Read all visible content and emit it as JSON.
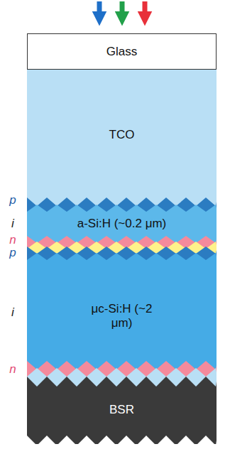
{
  "diagram": {
    "nodes": [
      {
        "text": [
          "Glass"
        ]
      },
      {
        "text": [
          "TCO"
        ]
      },
      {
        "text": [
          "a-Si:H (~0.2 μm)"
        ]
      },
      {
        "text": [
          "μc-Si:H (~2 μm)"
        ]
      },
      {
        "text": [
          "BSR"
        ]
      }
    ],
    "labels": [
      "p",
      "i",
      "n",
      "p",
      "i",
      "n"
    ]
  }
}
